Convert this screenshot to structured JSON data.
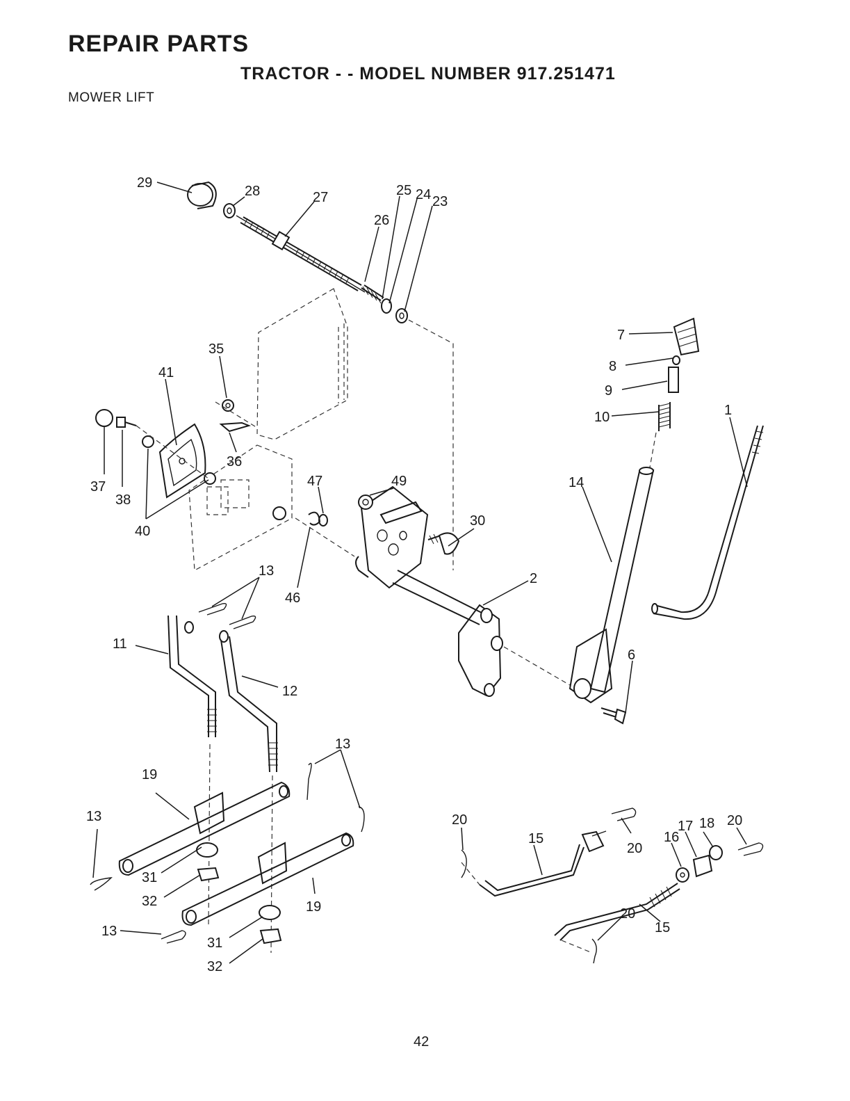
{
  "header": {
    "title": "REPAIR PARTS",
    "subtitle": "TRACTOR - - MODEL NUMBER 917.251471",
    "section": "MOWER LIFT"
  },
  "footer": {
    "page_number": "42"
  },
  "callouts": {
    "c29": "29",
    "c28": "28",
    "c27": "27",
    "c26": "26",
    "c25": "25",
    "c24": "24",
    "c23": "23",
    "c7": "7",
    "c8": "8",
    "c9": "9",
    "c10": "10",
    "c1": "1",
    "c35": "35",
    "c41": "41",
    "c36": "36",
    "c37": "37",
    "c38": "38",
    "c40": "40",
    "c47": "47",
    "c49": "49",
    "c30": "30",
    "c14": "14",
    "c13a": "13",
    "c46": "46",
    "c2": "2",
    "c11": "11",
    "c12": "12",
    "c6": "6",
    "c13b": "13",
    "c19a": "19",
    "c13c": "13",
    "c20a": "20",
    "c15a": "15",
    "c20b": "20",
    "c16": "16",
    "c17": "17",
    "c18": "18",
    "c20c": "20",
    "c31a": "31",
    "c32a": "32",
    "c19b": "19",
    "c13d": "13",
    "c31b": "31",
    "c32b": "32",
    "c20d": "20",
    "c15b": "15"
  }
}
